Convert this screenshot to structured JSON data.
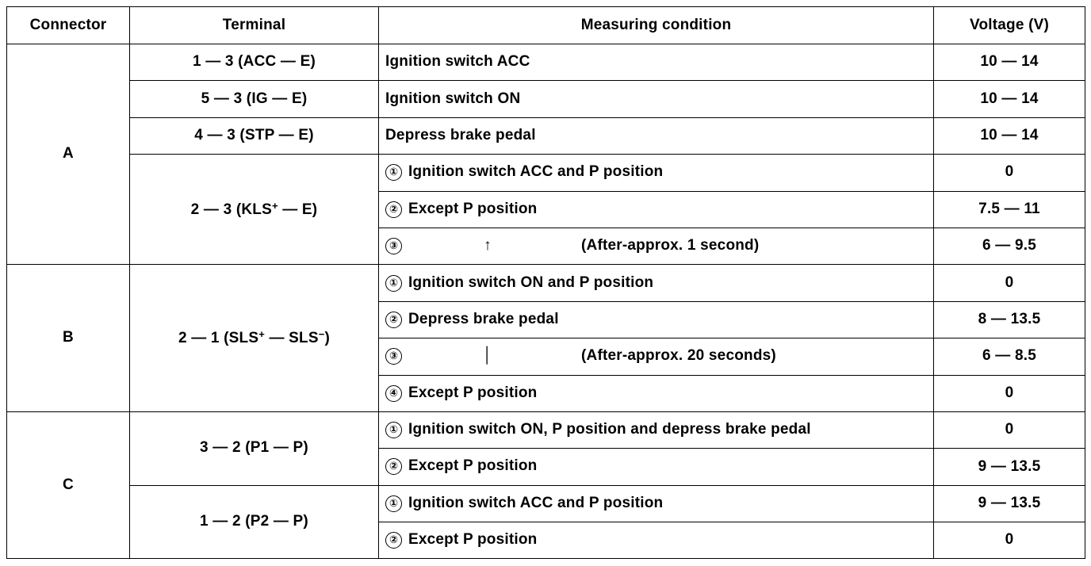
{
  "table": {
    "headers": {
      "connector": "Connector",
      "terminal": "Terminal",
      "condition": "Measuring condition",
      "voltage": "Voltage (V)"
    },
    "rows": [
      {
        "connector": "A",
        "terminal": "1 — 3 (ACC — E)",
        "marker": "",
        "condition": "Ignition switch ACC",
        "ditto": "",
        "note": "",
        "voltage": "10 — 14"
      },
      {
        "connector": "",
        "terminal": "5 — 3 (IG — E)",
        "marker": "",
        "condition": "Ignition switch ON",
        "ditto": "",
        "note": "",
        "voltage": "10 — 14"
      },
      {
        "connector": "",
        "terminal": "4 — 3 (STP — E)",
        "marker": "",
        "condition": "Depress brake pedal",
        "ditto": "",
        "note": "",
        "voltage": "10 — 14"
      },
      {
        "connector": "",
        "terminal": "2 — 3 (KLS+ — E)",
        "marker": "①",
        "condition": "Ignition switch ACC and P position",
        "ditto": "",
        "note": "",
        "voltage": "0"
      },
      {
        "connector": "",
        "terminal": "",
        "marker": "②",
        "condition": "Except P position",
        "ditto": "",
        "note": "",
        "voltage": "7.5 — 11"
      },
      {
        "connector": "",
        "terminal": "",
        "marker": "③",
        "condition": "",
        "ditto": "↑",
        "note": "(After-approx. 1 second)",
        "voltage": "6 — 9.5"
      },
      {
        "connector": "B",
        "terminal": "2 — 1 (SLS+ — SLS−)",
        "marker": "①",
        "condition": "Ignition switch ON and P position",
        "ditto": "",
        "note": "",
        "voltage": "0"
      },
      {
        "connector": "",
        "terminal": "",
        "marker": "②",
        "condition": "Depress brake pedal",
        "ditto": "",
        "note": "",
        "voltage": "8 — 13.5"
      },
      {
        "connector": "",
        "terminal": "",
        "marker": "③",
        "condition": "",
        "ditto": "│",
        "note": "(After-approx. 20 seconds)",
        "voltage": "6 — 8.5"
      },
      {
        "connector": "",
        "terminal": "",
        "marker": "④",
        "condition": "Except P position",
        "ditto": "",
        "note": "",
        "voltage": "0"
      },
      {
        "connector": "C",
        "terminal": "3 — 2 (P1 — P)",
        "marker": "①",
        "condition": "Ignition switch ON, P position and depress brake pedal",
        "ditto": "",
        "note": "",
        "voltage": "0"
      },
      {
        "connector": "",
        "terminal": "",
        "marker": "②",
        "condition": "Except P position",
        "ditto": "",
        "note": "",
        "voltage": "9 — 13.5"
      },
      {
        "connector": "",
        "terminal": "1 — 2 (P2 — P)",
        "marker": "①",
        "condition": "Ignition switch ACC and P position",
        "ditto": "",
        "note": "",
        "voltage": "9 — 13.5"
      },
      {
        "connector": "",
        "terminal": "",
        "marker": "②",
        "condition": "Except P position",
        "ditto": "",
        "note": "",
        "voltage": "0"
      }
    ]
  },
  "colors": {
    "ink": "#000000",
    "paper": "#ffffff"
  }
}
